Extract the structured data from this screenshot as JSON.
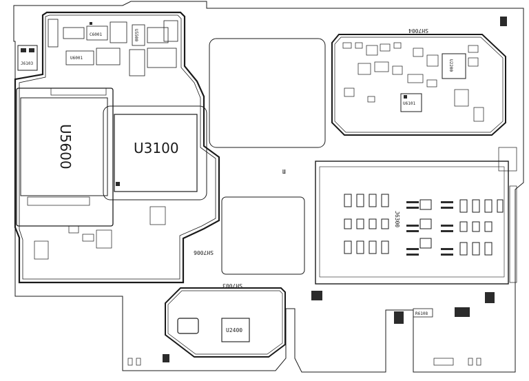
{
  "colors": {
    "ink": "#1a1a1a",
    "shield_fill": "#f2f2f2",
    "paper": "#ffffff",
    "pad": "#2b2b2b",
    "keepout": "#ffffff"
  },
  "chips": {
    "u5600": "U5600",
    "u3100": "U3100",
    "u2400": "U2400",
    "u6101": "U6101",
    "u2200": "U2200",
    "u5500": "U5500",
    "j6300": "J6300",
    "j6103": "J6103",
    "r6108": "R6108",
    "c6001": "C6001",
    "u6001": "U6001"
  },
  "shields": {
    "sh7004": "SH7004",
    "sh7006": "SH7006",
    "sh7003": "SH7003"
  },
  "icons": {
    "mark": "mi-logo-icon"
  }
}
